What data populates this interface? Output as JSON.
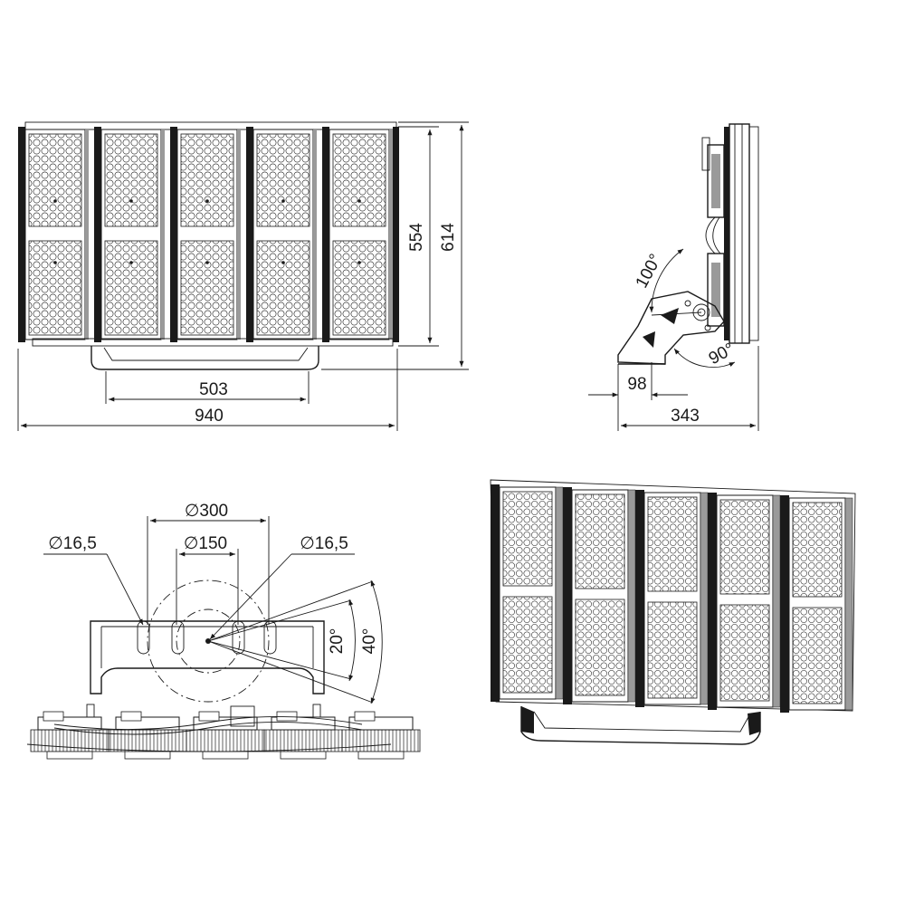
{
  "views": {
    "front": {
      "dim_height_inner": "554",
      "dim_height_outer": "614",
      "dim_bracket_width": "503",
      "dim_total_width": "940"
    },
    "side": {
      "angle_tilt": "100°",
      "angle_base": "90°",
      "dim_base": "98",
      "dim_depth": "343"
    },
    "top": {
      "dia_outer": "∅300",
      "dia_inner": "∅150",
      "hole_left": "∅16,5",
      "hole_right": "∅16,5",
      "angle_small": "20°",
      "angle_large": "40°"
    }
  },
  "module_count": 5
}
